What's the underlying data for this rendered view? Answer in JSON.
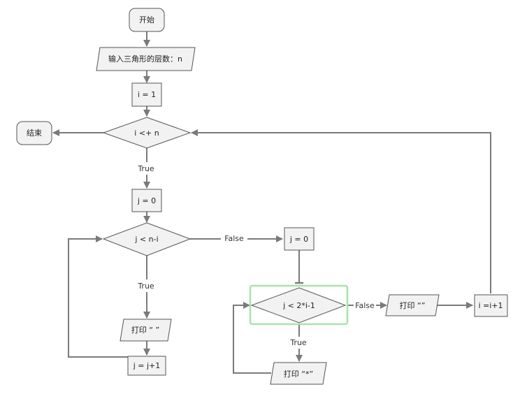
{
  "nodes": {
    "start": "开始",
    "input": "输入三角形的层数：n",
    "init_i": "i = 1",
    "cond_i": "i <+ n",
    "end": "结束",
    "init_j1": "j = 0",
    "cond_j1": "j < n-i",
    "print_space": "打印 “ ”",
    "inc_j1": "j = j+1",
    "init_j2": "j = 0",
    "cond_j2": "j < 2*i-1",
    "print_star": "打印 “*”",
    "print_empty": "打印 “”",
    "inc_i": "i =i+1"
  },
  "edge_labels": {
    "cond_i_true": "True",
    "cond_j1_true": "True",
    "cond_j1_false": "False",
    "cond_j2_true": "True",
    "cond_j2_false": "False"
  },
  "colors": {
    "shape_fill": "#f2f2f2",
    "shape_stroke": "#555555",
    "edge": "#7a7a7a",
    "highlight": "#a8e2a8"
  }
}
